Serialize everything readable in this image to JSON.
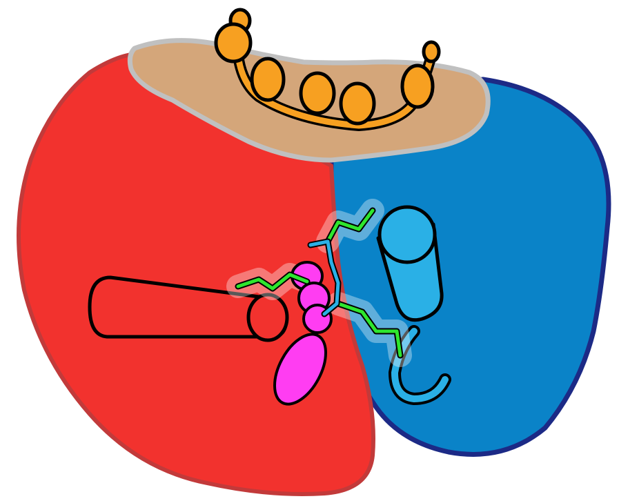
{
  "diagram": {
    "labels": [],
    "colors": {
      "red_domain": "#f2322e",
      "red_domain_edge": "#c23a3a",
      "blue_domain": "#0a83c8",
      "blue_domain_edge": "#1c2a86",
      "membrane_patch": "#d4a67a",
      "membrane_patch_edge": "#c0c0c0",
      "lipid_beads": "#f7a021",
      "ligand_pink": "#ff3df2",
      "helix_light_blue": "#2ab0e6",
      "zigzag_green": "#2ee62e",
      "outline": "#000000"
    },
    "components": [
      "red-domain",
      "blue-domain",
      "membrane-patch",
      "lipid-chain",
      "red-helix-cylinder",
      "blue-helix-cylinder",
      "pink-ligand",
      "green-zigzag-chains"
    ]
  }
}
